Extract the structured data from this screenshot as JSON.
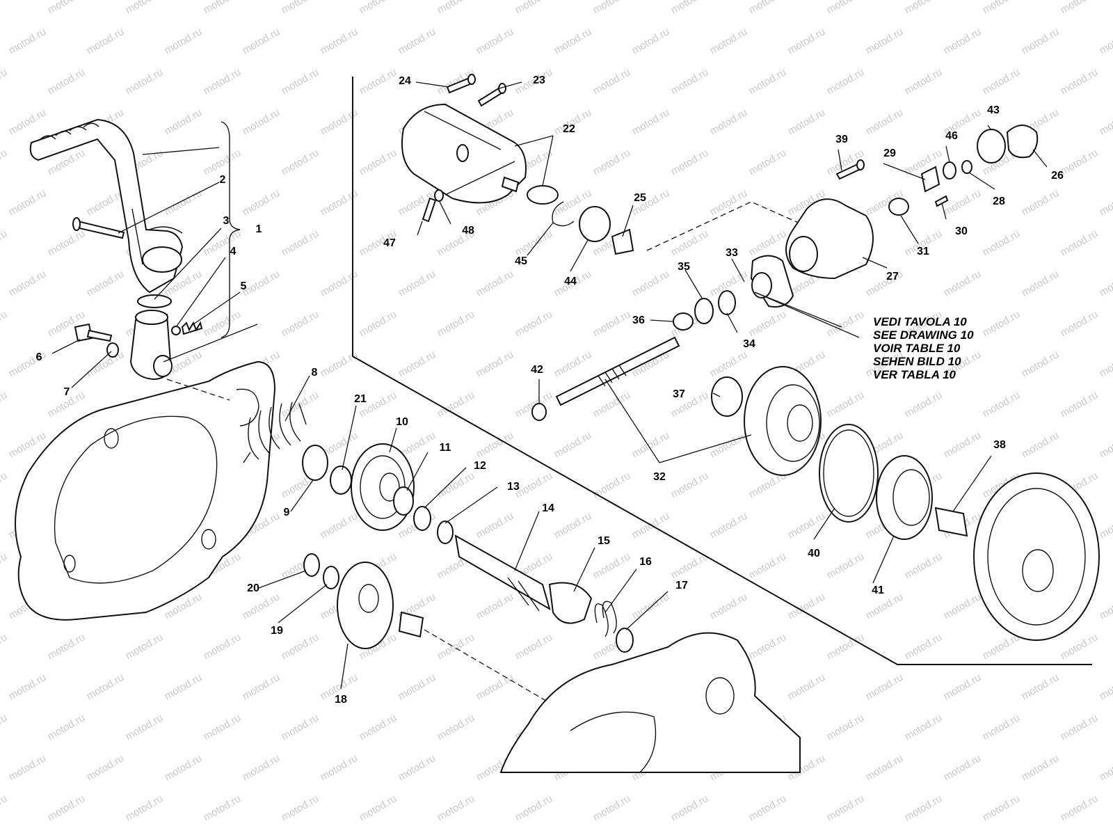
{
  "watermark": {
    "text": "motod.ru"
  },
  "reference_note": [
    "VEDI TAVOLA 10",
    "SEE DRAWING 10",
    "VOIR TABLE 10",
    "SEHEN BILD 10",
    "VER TABLA 10"
  ],
  "callouts": [
    "1",
    "2",
    "3",
    "4",
    "5",
    "6",
    "7",
    "8",
    "9",
    "10",
    "11",
    "12",
    "13",
    "14",
    "15",
    "16",
    "17",
    "18",
    "19",
    "20",
    "21",
    "22",
    "23",
    "24",
    "25",
    "26",
    "27",
    "28",
    "29",
    "30",
    "31",
    "32",
    "33",
    "34",
    "35",
    "36",
    "37",
    "38",
    "39",
    "40",
    "41",
    "42",
    "43",
    "44",
    "45",
    "46",
    "47",
    "48"
  ]
}
